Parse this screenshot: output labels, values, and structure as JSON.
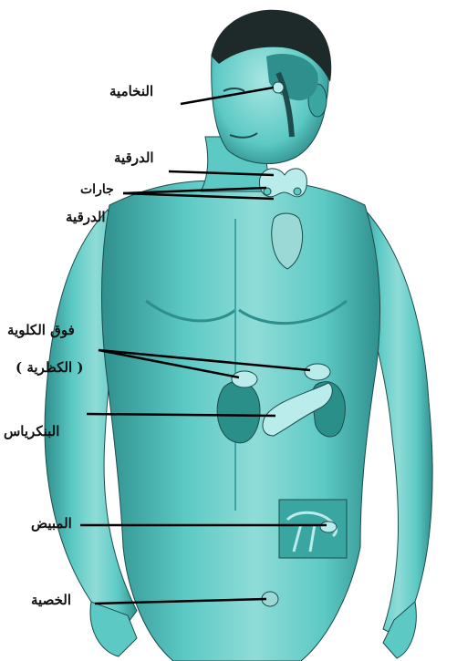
{
  "diagram": {
    "labels": {
      "pituitary": "النخامية",
      "thyroid": "الدرقية",
      "parathyroid_line1": "جارات",
      "parathyroid_line2": "الدرقية",
      "adrenal_line1": "فوق الكلوية",
      "adrenal_line2": "( الكظرية )",
      "pancreas": "البنكرياس",
      "ovary": "المبيض",
      "testis": "الخصية"
    },
    "colors": {
      "skin": "#5cc9c4",
      "skin_light": "#a8e6e2",
      "skin_shadow": "#2f8f8d",
      "hair": "#1e2a2a",
      "organ_kidney": "#2a8f88",
      "organ_gland": "#b9ecea",
      "pointer_line": "#000000"
    }
  }
}
